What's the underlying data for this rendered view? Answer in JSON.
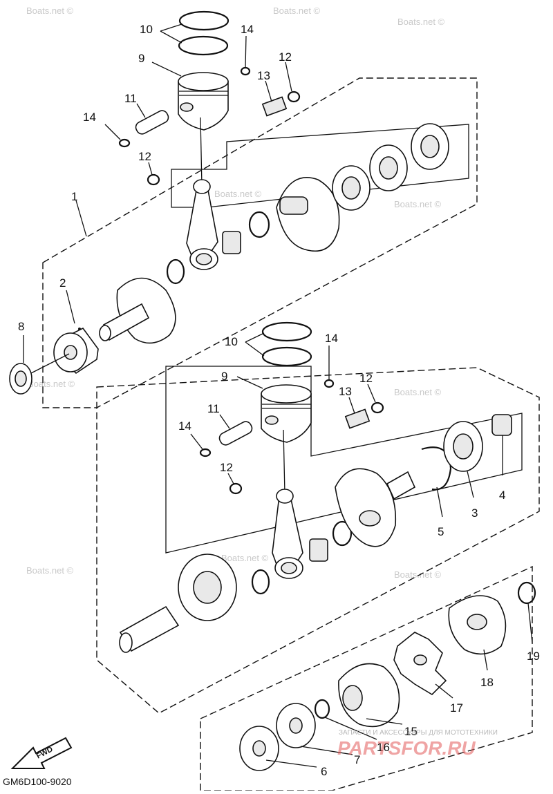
{
  "diagram": {
    "code": "GM6D100-9020",
    "fwd_label": "FWD",
    "watermark": "Boats.net ©",
    "logo": "PARTSFOR.RU",
    "logo_caption": "ЗАПАСТИ И АКСЕССУАРЫ ДЛЯ МОТОТЕХНИКИ",
    "callouts": {
      "c10a": "10",
      "c9a": "9",
      "c14a": "14",
      "c12a": "12",
      "c13a": "13",
      "c11a": "11",
      "c14b": "14",
      "c12b": "12",
      "c1": "1",
      "c2": "2",
      "c8": "8",
      "c10b": "10",
      "c14c": "14",
      "c9b": "9",
      "c12c": "12",
      "c13b": "13",
      "c11b": "11",
      "c14d": "14",
      "c12d": "12",
      "c4": "4",
      "c3": "3",
      "c5": "5",
      "c19": "19",
      "c18": "18",
      "c17": "17",
      "c15": "15",
      "c16": "16",
      "c7": "7",
      "c6": "6"
    }
  }
}
